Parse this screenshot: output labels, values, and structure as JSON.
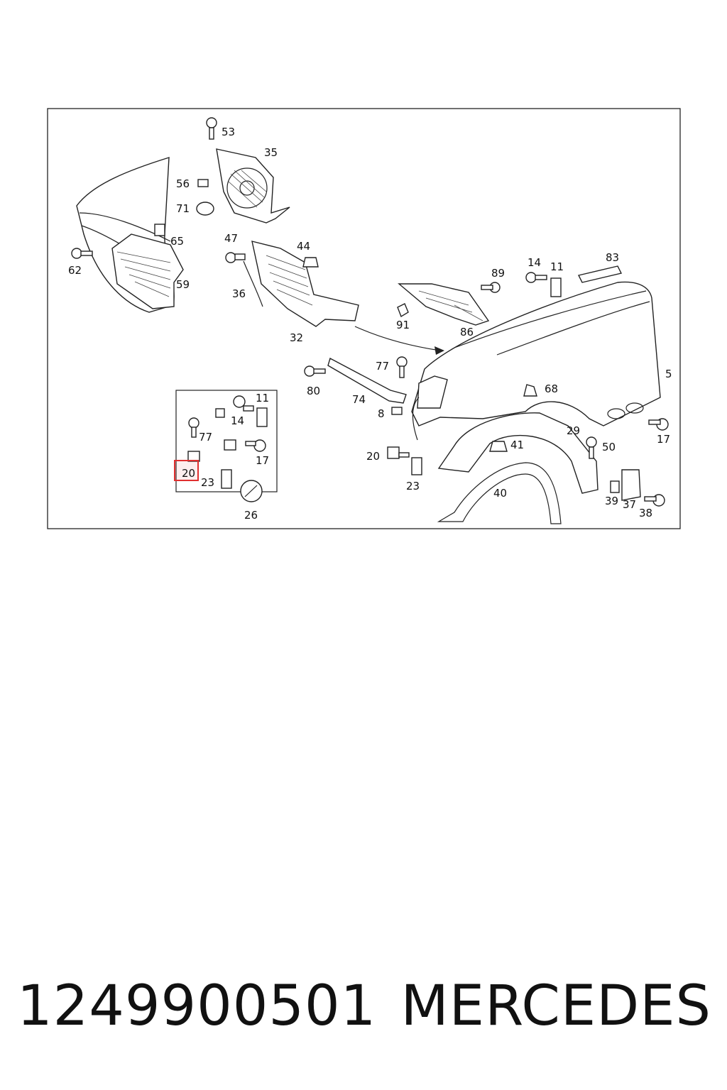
{
  "diagram": {
    "labels": {
      "l53": "53",
      "l35": "35",
      "l56": "56",
      "l71": "71",
      "l65": "65",
      "l62": "62",
      "l59": "59",
      "l47": "47",
      "l44": "44",
      "l36": "36",
      "l32": "32",
      "l89": "89",
      "l14": "14",
      "l11": "11",
      "l83": "83",
      "l91": "91",
      "l86": "86",
      "l77": "77",
      "l80": "80",
      "l74": "74",
      "l8": "8",
      "l68": "68",
      "l5": "5",
      "l29": "29",
      "l50": "50",
      "l17": "17",
      "l20": "20",
      "l41": "41",
      "l23": "23",
      "l40": "40",
      "l39": "39",
      "l37": "37",
      "l38": "38",
      "i11": "11",
      "i14": "14",
      "i77": "77",
      "i17": "17",
      "i20": "20",
      "i23": "23",
      "i26": "26"
    },
    "highlight_label": "20",
    "highlight_color": "#e03030"
  },
  "footer": {
    "part_number": "1249900501",
    "brand": "MERCEDES"
  }
}
